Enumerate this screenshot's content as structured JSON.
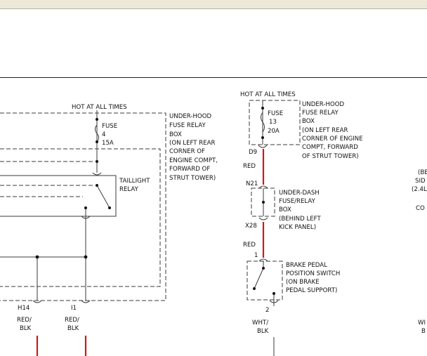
{
  "colors": {
    "wire_red": "#d01818",
    "line": "#3a3a3a",
    "background": "#ffffff"
  },
  "left_circuit": {
    "hot_label": "HOT AT ALL TIMES",
    "fuse": {
      "label": "FUSE",
      "number": "4",
      "rating": "15A"
    },
    "box_label": [
      "UNDER-HOOD",
      "FUSE RELAY",
      "BOX",
      "(ON LEFT REAR",
      "CORNER OF",
      "ENGINE COMPT,",
      "FORWARD OF",
      "STRUT TOWER)"
    ],
    "relay_label": [
      "TAILLIGHT",
      "RELAY"
    ],
    "connectors": [
      {
        "id": "H14",
        "wire_color": [
          "RED/",
          "BLK"
        ]
      },
      {
        "id": "I1",
        "wire_color": [
          "RED/",
          "BLK"
        ]
      }
    ]
  },
  "center_circuit": {
    "hot_label": "HOT AT ALL TIMES",
    "fuse": {
      "label": "FUSE",
      "number": "13",
      "rating": "20A"
    },
    "box_label": [
      "UNDER-HOOD",
      "FUSE RELAY",
      "BOX",
      "(ON LEFT REAR",
      "CORNER OF ENGINE",
      "COMPT, FORWARD",
      "OF STRUT TOWER)"
    ],
    "pin_d9": "D9",
    "wire1": "RED",
    "pin_n21": "N21",
    "dash_box_label": [
      "UNDER-DASH",
      "FUSE/RELAY",
      "BOX",
      "(BEHIND LEFT",
      "KICK PANEL)"
    ],
    "pin_x28": "X28",
    "wire2": "RED",
    "pin_1": "1",
    "switch_label": [
      "BRAKE PEDAL",
      "POSITION SWITCH",
      "(ON BRAKE",
      "PEDAL SUPPORT)"
    ],
    "pin_2": "2",
    "wire3": [
      "WHT/",
      "BLK"
    ]
  },
  "right_edge_fragments": [
    "(BE",
    "SID",
    "(2.4L",
    "CO",
    "WI",
    "B"
  ]
}
